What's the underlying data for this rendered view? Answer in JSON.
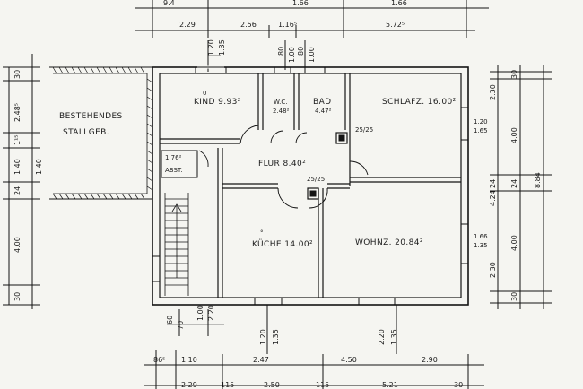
{
  "rooms": {
    "kind": "KIND 9.93²",
    "wc": "W.C.",
    "wc_area": "2.48²",
    "bad": "BAD",
    "bad_area": "4.47²",
    "schlafz": "SCHLAFZ. 16.00²",
    "flur": "FLUR 8.40²",
    "kueche": "KÜCHE 14.00²",
    "wohnz": "WOHNZ. 20.84²",
    "abst_area": "1.76²",
    "abst": "ABST.",
    "stall_1": "BESTEHENDES",
    "stall_2": "STALLGEB."
  },
  "shafts": {
    "upper": "25/25",
    "lower": "25/25"
  },
  "marks": {
    "kind_circle": "0",
    "kueche_small": "°"
  },
  "dims_top": {
    "row_upper": [
      "2.29",
      "2.56",
      "1.16⁵",
      "5.72⁵"
    ],
    "openings_1": [
      "1.20",
      "1.35"
    ],
    "openings_2": [
      "80",
      "1.00"
    ],
    "openings_3": [
      "80",
      "1.00"
    ],
    "top_partial": [
      "9.4",
      "1.66",
      "1.66"
    ]
  },
  "dims_bottom": {
    "row_upper": [
      "86⁵",
      "1.10",
      "2.47",
      "4.50",
      "2.90"
    ],
    "row_lower": [
      "2.29",
      "115",
      "2.50",
      "115",
      "5.21",
      "30"
    ],
    "openings_1": [
      "1.20",
      "1.35"
    ],
    "openings_2": [
      "2.20",
      "1.35"
    ],
    "stair_1": [
      "1.00",
      "2.20"
    ],
    "stair_2": [
      "60",
      "70"
    ]
  },
  "dims_left": [
    "30",
    "2.48⁵",
    "1¹⁵",
    "1.40",
    "24",
    "1.40",
    "4.00",
    "30"
  ],
  "dims_right": {
    "inner": [
      "2.30",
      "24",
      "4.24",
      "2.30"
    ],
    "outer": [
      "30",
      "4.00",
      "24",
      "4.00",
      "30"
    ],
    "total": "8.84",
    "windows_1": [
      "1.20",
      "1.65"
    ],
    "windows_2": [
      "1.66",
      "1.35"
    ]
  }
}
